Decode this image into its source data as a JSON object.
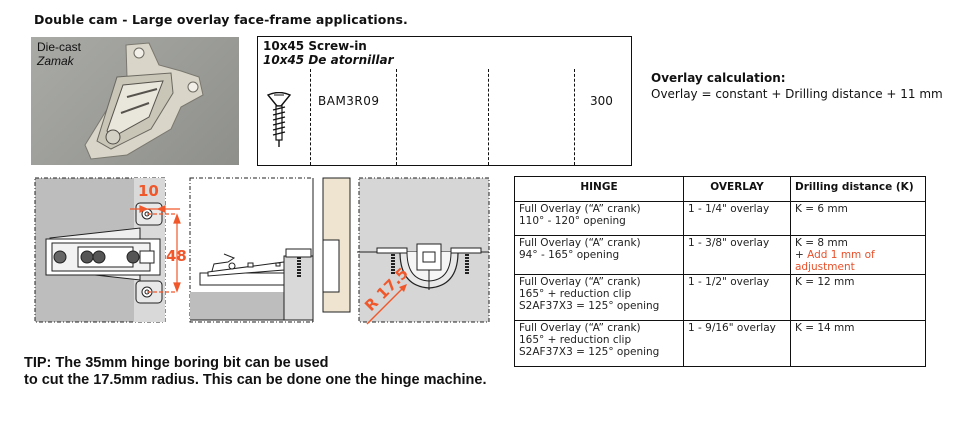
{
  "title": "Double cam - Large overlay face-frame applications.",
  "photo": {
    "label_line1": "Die-cast",
    "label_line2": "Zamak",
    "subject": "mounting-plate-photo"
  },
  "screw_box": {
    "heading_en": "10x45  Screw-in",
    "heading_es": "10x45 De atornillar",
    "icon": "screw-icon",
    "part_number": "BAM3R09",
    "quantity": "300"
  },
  "overlay_calculation": {
    "heading": "Overlay calculation:",
    "formula": "Overlay = constant + Drilling distance + 11 mm"
  },
  "drawings": {
    "dim_horizontal": "10",
    "dim_vertical": "48",
    "radius_label": "R 17.5",
    "accent_color": "#f0582c"
  },
  "spec_table": {
    "headers": [
      "HINGE",
      "OVERLAY",
      "Drilling distance (K)"
    ],
    "rows": [
      {
        "hinge": [
          "Full Overlay (“A” crank)",
          "110° - 120° opening"
        ],
        "overlay": "1 - 1/4\" overlay",
        "drilling": "K = 6 mm",
        "note": ""
      },
      {
        "hinge": [
          "Full Overlay (“A” crank)",
          "94° - 165° opening"
        ],
        "overlay": "1 - 3/8\" overlay",
        "drilling": "K = 8 mm",
        "note": "+ Add 1 mm of adjustment"
      },
      {
        "hinge": [
          "Full Overlay (“A” crank)",
          "165° + reduction clip",
          "S2AF37X3 = 125° opening"
        ],
        "overlay": "1 - 1/2\" overlay",
        "drilling": "K = 12 mm",
        "note": ""
      },
      {
        "hinge": [
          "Full Overlay (“A” crank)",
          "165° + reduction clip",
          "S2AF37X3 = 125° opening"
        ],
        "overlay": "1 - 9/16\" overlay",
        "drilling": "K = 14 mm",
        "note": ""
      }
    ],
    "note_color": "#e8502a"
  },
  "tip": {
    "line1": "TIP: The 35mm hinge boring bit can be used",
    "line2": "to cut the 17.5mm radius. This can be done one the hinge machine."
  }
}
